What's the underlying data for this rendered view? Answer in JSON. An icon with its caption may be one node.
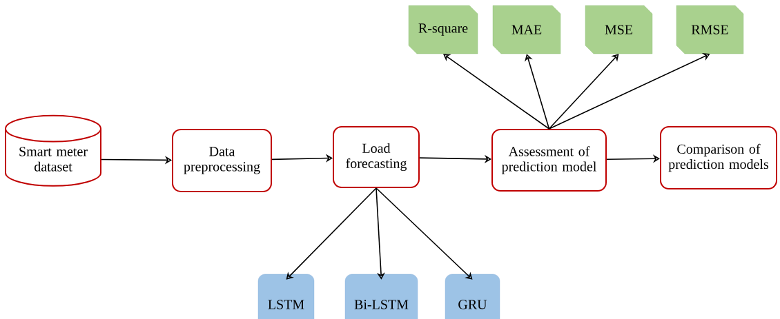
{
  "diagram": {
    "nodes": [
      {
        "text": [
          "Smart meter dataset"
        ]
      },
      {
        "text": [
          "Data preprocessing"
        ]
      },
      {
        "text": [
          "Load forecasting"
        ]
      },
      {
        "text": [
          "Assessment of prediction model"
        ]
      },
      {
        "text": [
          "Comparison of prediction models"
        ]
      },
      {
        "text": [
          "R-square"
        ]
      },
      {
        "text": [
          "MAE"
        ]
      },
      {
        "text": [
          "MSE"
        ]
      },
      {
        "text": [
          "RMSE"
        ]
      },
      {
        "text": [
          "LSTM"
        ]
      },
      {
        "text": [
          "Bi-LSTM"
        ]
      },
      {
        "text": [
          "GRU"
        ]
      }
    ],
    "edges": [
      {
        "from": 0,
        "to": 1,
        "arrow": "to"
      },
      {
        "from": 1,
        "to": 2,
        "arrow": "to"
      },
      {
        "from": 2,
        "to": 3,
        "arrow": "to"
      },
      {
        "from": 3,
        "to": 4,
        "arrow": "to"
      },
      {
        "from": 3,
        "to": 5,
        "arrow": "to"
      },
      {
        "from": 3,
        "to": 6,
        "arrow": "to"
      },
      {
        "from": 3,
        "to": 7,
        "arrow": "to"
      },
      {
        "from": 3,
        "to": 8,
        "arrow": "to"
      },
      {
        "from": 2,
        "to": 9,
        "arrow": "to"
      },
      {
        "from": 2,
        "to": 10,
        "arrow": "to"
      },
      {
        "from": 2,
        "to": 11,
        "arrow": "to"
      }
    ]
  }
}
